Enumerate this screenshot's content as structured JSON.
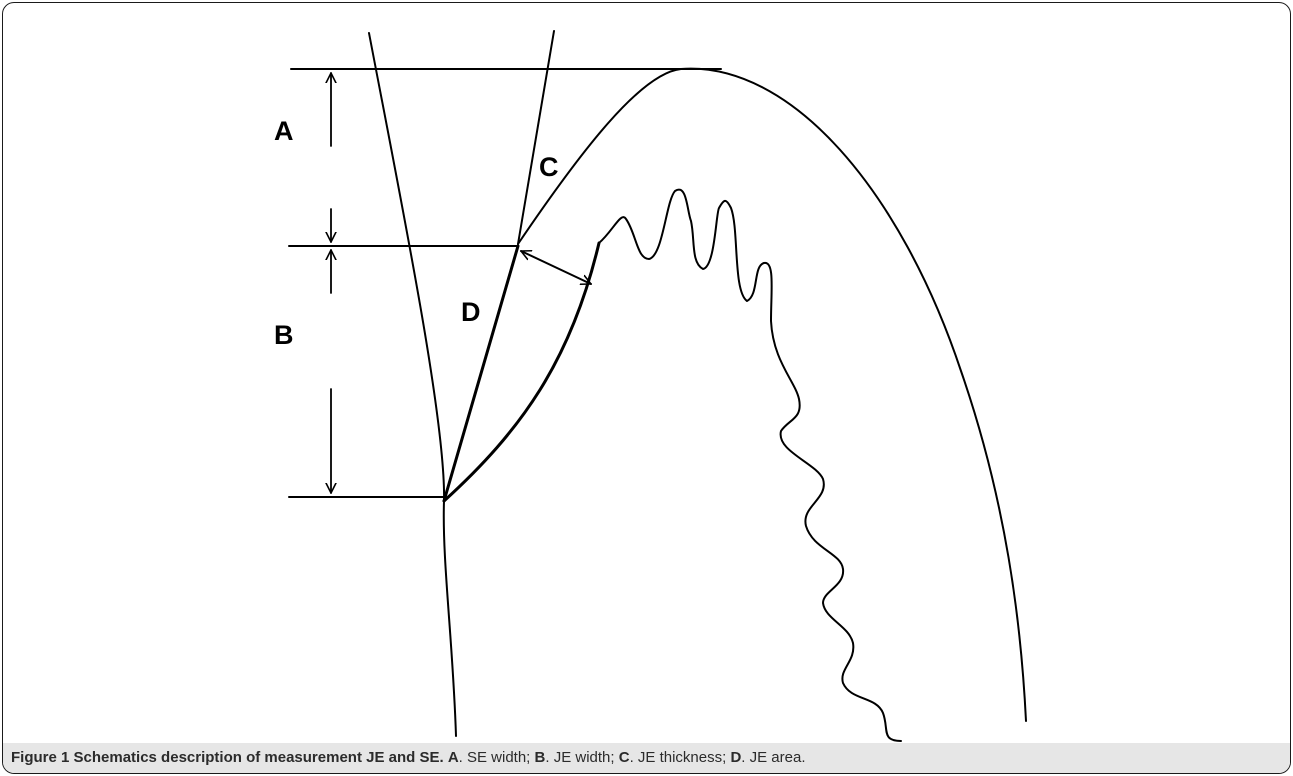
{
  "diagram": {
    "labels": {
      "a": "A",
      "b": "B",
      "c": "C",
      "d": "D"
    }
  },
  "caption": {
    "figure_title": "Figure 1 Schematics description of measurement JE and SE.",
    "items": [
      {
        "key": "A",
        "text": ". SE width; "
      },
      {
        "key": "B",
        "text": ". JE width; "
      },
      {
        "key": "C",
        "text": ". JE thickness; "
      },
      {
        "key": "D",
        "text": ". JE area."
      }
    ]
  }
}
